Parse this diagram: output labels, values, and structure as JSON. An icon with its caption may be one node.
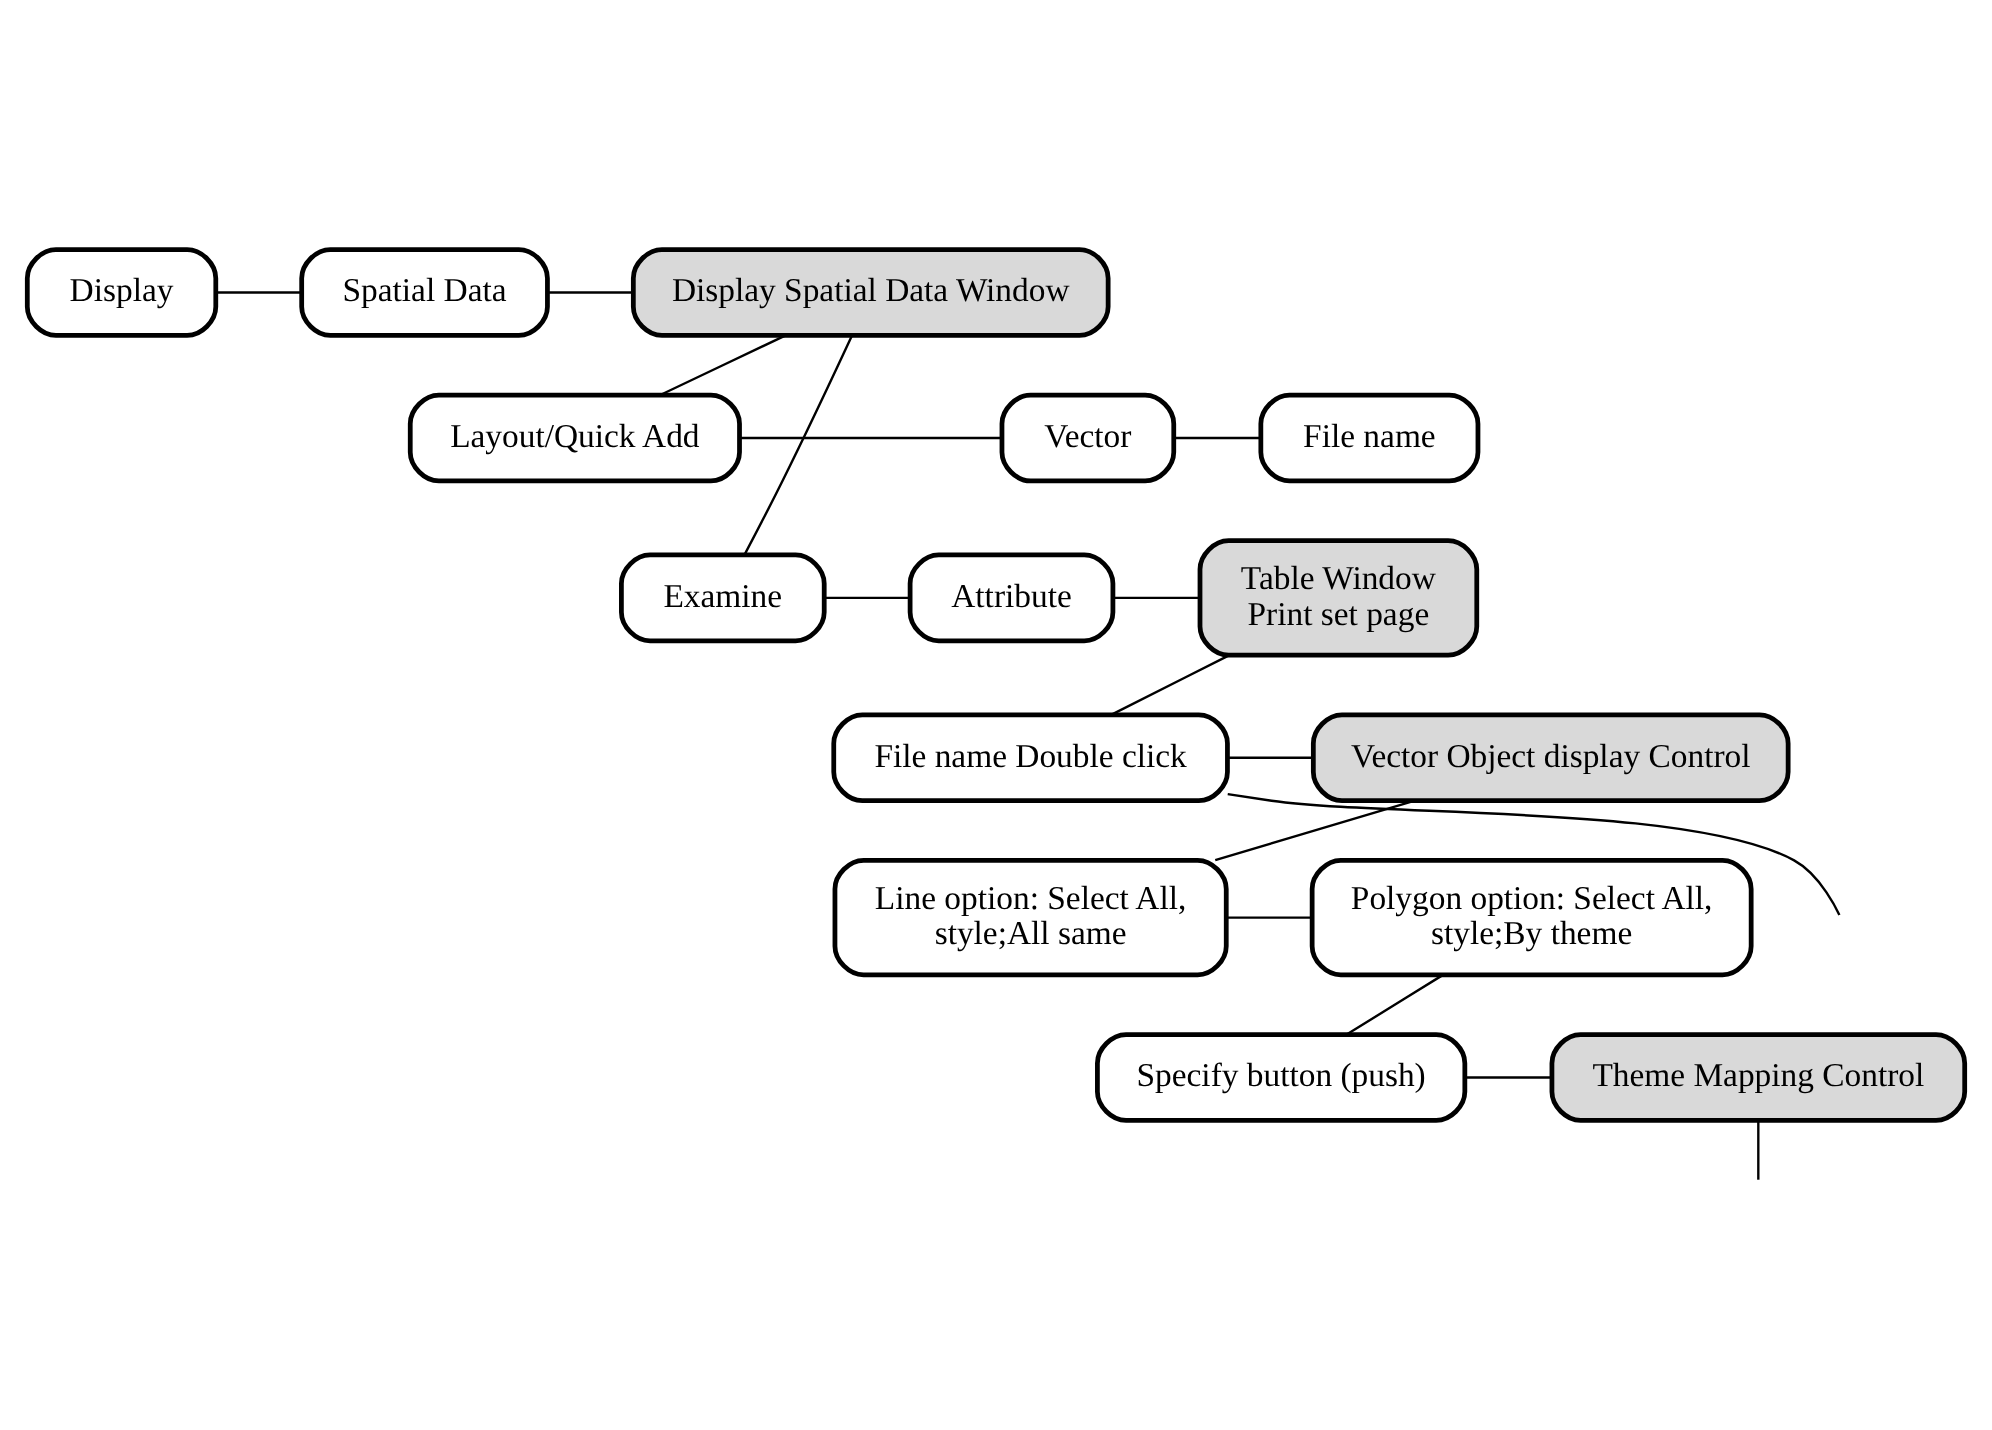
{
  "diagram": {
    "nodes": [
      {
        "text": [
          "Display"
        ]
      },
      {
        "text": [
          "Spatial Data"
        ]
      },
      {
        "text": [
          "Display Spatial Data Window"
        ]
      },
      {
        "text": [
          "Layout/Quick Add"
        ]
      },
      {
        "text": [
          "Vector"
        ]
      },
      {
        "text": [
          "File name"
        ]
      },
      {
        "text": [
          "Examine"
        ]
      },
      {
        "text": [
          "Attribute"
        ]
      },
      {
        "text": [
          "Table Window Print set page"
        ]
      },
      {
        "text": [
          "File name Double click"
        ]
      },
      {
        "text": [
          "Vector Object display Control"
        ]
      },
      {
        "text": [
          "Line option: Select All, style;All same"
        ]
      },
      {
        "text": [
          "Polygon option: Select All, style;By theme"
        ]
      },
      {
        "text": [
          "Specify button (push)"
        ]
      },
      {
        "text": [
          "Theme Mapping Control"
        ]
      }
    ],
    "edges": [
      {
        "from": 0,
        "to": 1,
        "arrow": "none"
      },
      {
        "from": 1,
        "to": 2,
        "arrow": "none"
      },
      {
        "from": 2,
        "to": 3,
        "arrow": "none"
      },
      {
        "from": 2,
        "to": 6,
        "arrow": "none"
      },
      {
        "from": 3,
        "to": 4,
        "arrow": "none"
      },
      {
        "from": 4,
        "to": 5,
        "arrow": "none"
      },
      {
        "from": 6,
        "to": 7,
        "arrow": "none"
      },
      {
        "from": 7,
        "to": 8,
        "arrow": "none"
      },
      {
        "from": 8,
        "to": 9,
        "arrow": "none"
      },
      {
        "from": 9,
        "to": 10,
        "arrow": "none"
      },
      {
        "from": 9,
        "to": null,
        "arrow": "none"
      },
      {
        "from": 10,
        "to": 11,
        "arrow": "none"
      },
      {
        "from": 11,
        "to": 12,
        "arrow": "none"
      },
      {
        "from": 12,
        "to": 13,
        "arrow": "none"
      },
      {
        "from": 13,
        "to": 14,
        "arrow": "none"
      },
      {
        "from": 14,
        "to": null,
        "arrow": "none"
      }
    ]
  }
}
